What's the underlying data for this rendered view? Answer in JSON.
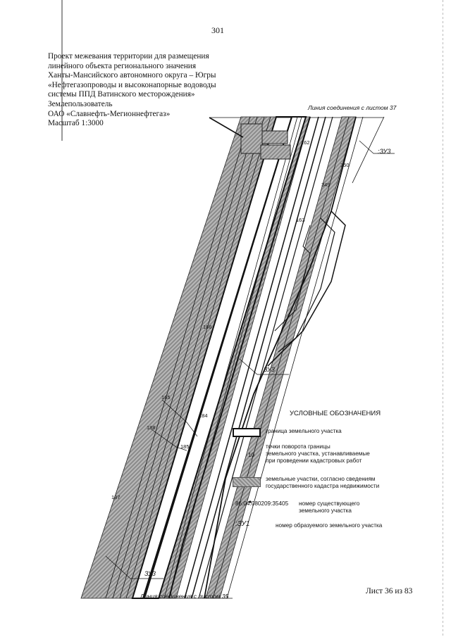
{
  "page": {
    "number": "301",
    "sheet": "Лист 36 из 83"
  },
  "title_lines": [
    "Проект межевания территории для размещения",
    "линейного объекта регионального значения",
    "Ханты-Мансийского автономного округа – Югры",
    "«Нефтегазопроводы и высоконапорные водоводы",
    "системы ППД Ватинского месторождения»",
    "Землепользователь",
    "ОАО «Славнефть-Мегионнефтегаз»",
    "Масштаб 1:3000"
  ],
  "connection": {
    "top": "Линия соединения с листом 37",
    "bottom": "Линия соединения с листом 35"
  },
  "zu_labels": {
    "a": ":ЗУ3",
    "b": "ЗУ3",
    "c": "ЗУ3"
  },
  "points": {
    "p1": "162",
    "p2": "350",
    "p3": "349",
    "p4": "163",
    "p5": "166",
    "p6": "165",
    "p7": "188",
    "p8": "184",
    "p9": "185",
    "p10": "187"
  },
  "legend": {
    "title": "УСЛОВНЫЕ ОБОЗНАЧЕНИЯ",
    "border_label": "граница земельного участка",
    "point_sample": "10",
    "point_label_1": "точки поворота границы",
    "point_label_2": "земельного участка, устанавливаемые",
    "point_label_3": "при проведении кадастровых работ",
    "parcel_label_1": "земельные участки, согласно сведениям",
    "parcel_label_2": "государственного кадастра недвижимости",
    "cad_sample": "86:04:080209:35405",
    "cad_label_1": "номер существующего",
    "cad_label_2": "земельного участка",
    "zu_sample": ":ЗУ1",
    "zu_label": "номер образуемого земельного участка"
  },
  "colors": {
    "hatch_dark": "#8a8a8a",
    "hatch_light": "#b9b9b9",
    "line": "#111111"
  }
}
